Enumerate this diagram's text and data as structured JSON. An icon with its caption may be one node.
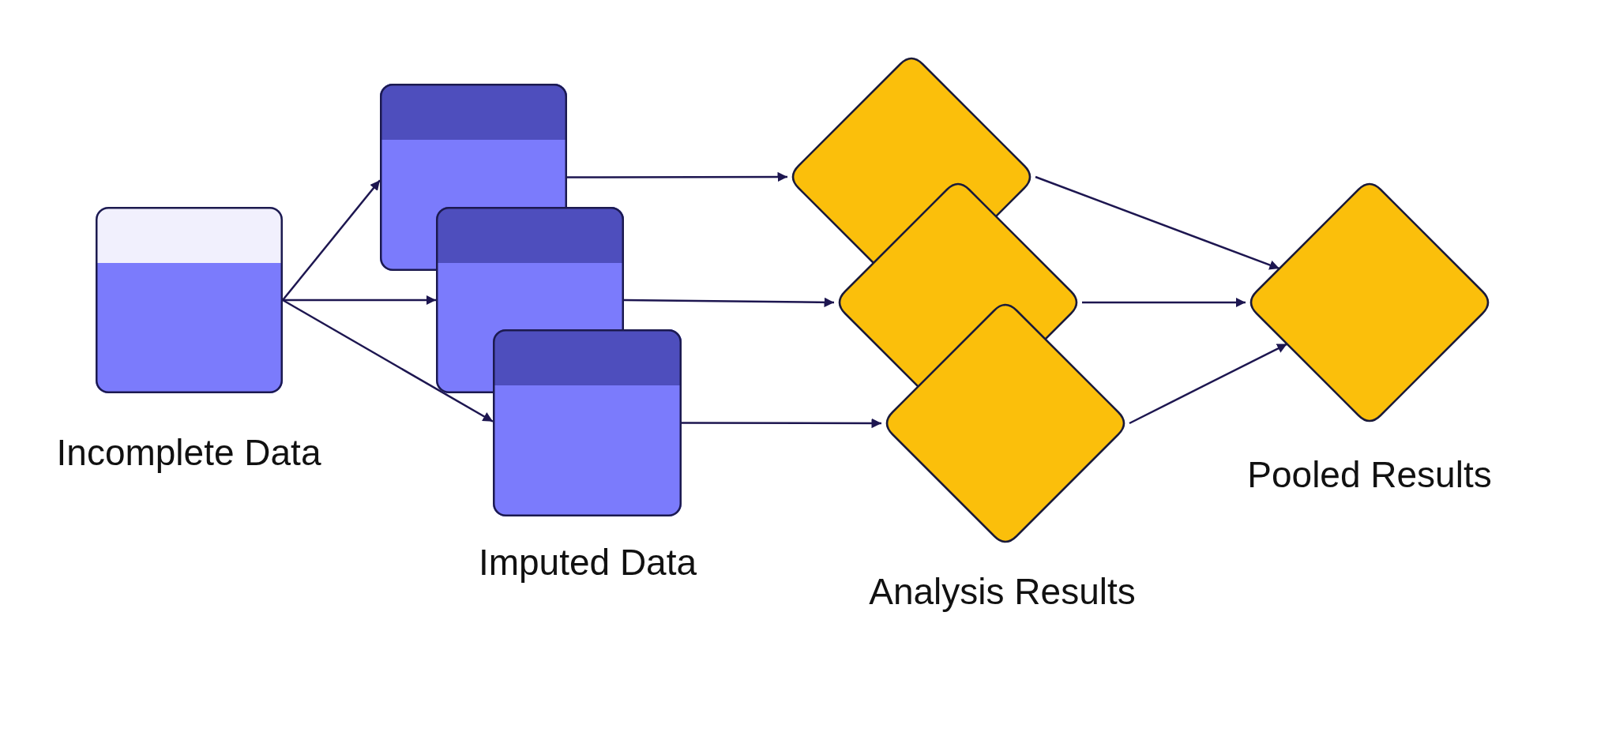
{
  "diagram": {
    "nodes": [
      {
        "text": [
          "Incomplete Data"
        ]
      },
      {
        "text": [],
        "shape": "box"
      },
      {
        "text": [],
        "shape": "box"
      },
      {
        "text": [],
        "shape": "box",
        "beside": [
          "Imputed Data"
        ]
      },
      {
        "text": [],
        "shape": "diamond"
      },
      {
        "text": [],
        "shape": "diamond"
      },
      {
        "text": [],
        "shape": "diamond",
        "beside": [
          "Analysis Results"
        ]
      },
      {
        "text": [
          "Pooled Results"
        ]
      }
    ],
    "edges": [
      {
        "from": 0,
        "to": 1,
        "arrow": "to"
      },
      {
        "from": 0,
        "to": 2,
        "arrow": "to"
      },
      {
        "from": 0,
        "to": 3,
        "arrow": "to"
      },
      {
        "from": 1,
        "to": 4,
        "arrow": "to"
      },
      {
        "from": 2,
        "to": 5,
        "arrow": "to"
      },
      {
        "from": 3,
        "to": 6,
        "arrow": "to"
      },
      {
        "from": 4,
        "to": 7,
        "arrow": "to"
      },
      {
        "from": 5,
        "to": 7,
        "arrow": "to"
      },
      {
        "from": 6,
        "to": 7,
        "arrow": "to"
      }
    ]
  }
}
